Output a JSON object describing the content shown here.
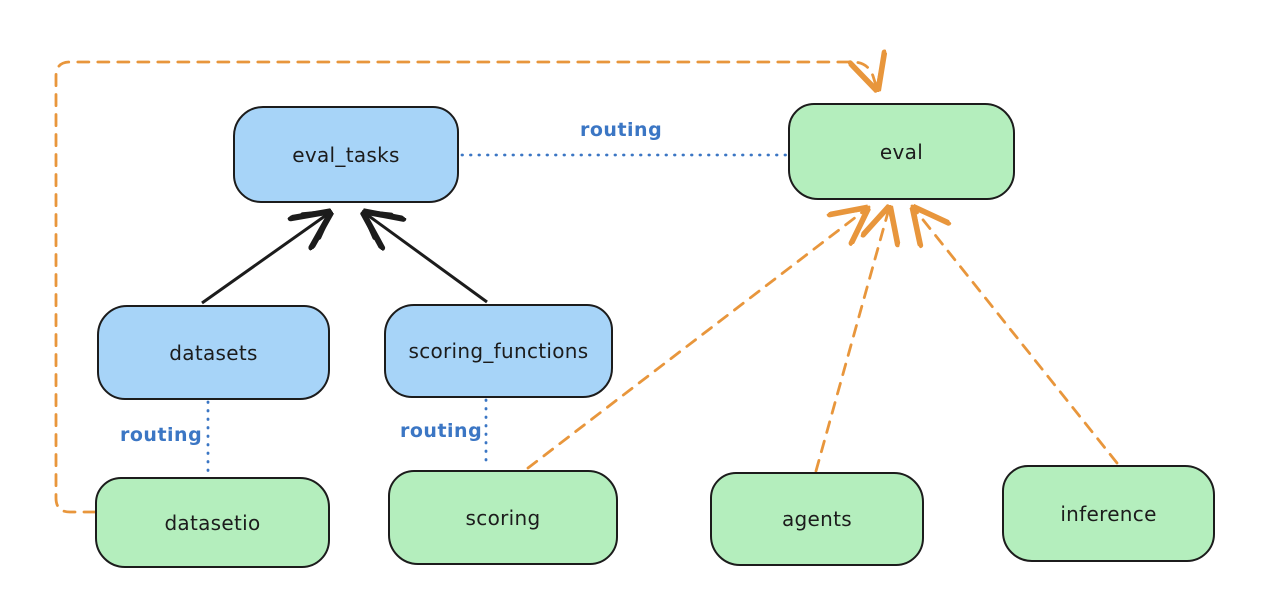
{
  "diagram": {
    "type": "flow-diagram",
    "nodes": [
      {
        "id": "eval_tasks",
        "label": "eval_tasks",
        "fill": "blue"
      },
      {
        "id": "eval",
        "label": "eval",
        "fill": "green"
      },
      {
        "id": "datasets",
        "label": "datasets",
        "fill": "blue"
      },
      {
        "id": "scoring_functions",
        "label": "scoring_functions",
        "fill": "blue"
      },
      {
        "id": "datasetio",
        "label": "datasetio",
        "fill": "green"
      },
      {
        "id": "scoring",
        "label": "scoring",
        "fill": "green"
      },
      {
        "id": "agents",
        "label": "agents",
        "fill": "green"
      },
      {
        "id": "inference",
        "label": "inference",
        "fill": "green"
      }
    ],
    "edges": [
      {
        "from": "datasets",
        "to": "eval_tasks",
        "style": "solid-black-arrow",
        "label": ""
      },
      {
        "from": "scoring_functions",
        "to": "eval_tasks",
        "style": "solid-black-arrow",
        "label": ""
      },
      {
        "from": "eval_tasks",
        "to": "eval",
        "style": "dotted-blue",
        "label": "routing"
      },
      {
        "from": "datasets",
        "to": "datasetio",
        "style": "dotted-blue",
        "label": "routing"
      },
      {
        "from": "scoring_functions",
        "to": "scoring",
        "style": "dotted-blue",
        "label": "routing"
      },
      {
        "from": "datasetio",
        "to": "eval",
        "style": "dashed-orange-arrow",
        "label": ""
      },
      {
        "from": "scoring",
        "to": "eval",
        "style": "dashed-orange-arrow",
        "label": ""
      },
      {
        "from": "agents",
        "to": "eval",
        "style": "dashed-orange-arrow",
        "label": ""
      },
      {
        "from": "inference",
        "to": "eval",
        "style": "dashed-orange-arrow",
        "label": ""
      }
    ],
    "colors": {
      "blue_fill": "#a7d4f8",
      "green_fill": "#b4eebd",
      "node_border": "#1c1c1c",
      "routing_blue": "#3b76c4",
      "dashed_orange": "#e8963c",
      "arrow_black": "#1c1c1c",
      "background": "#ffffff"
    }
  }
}
